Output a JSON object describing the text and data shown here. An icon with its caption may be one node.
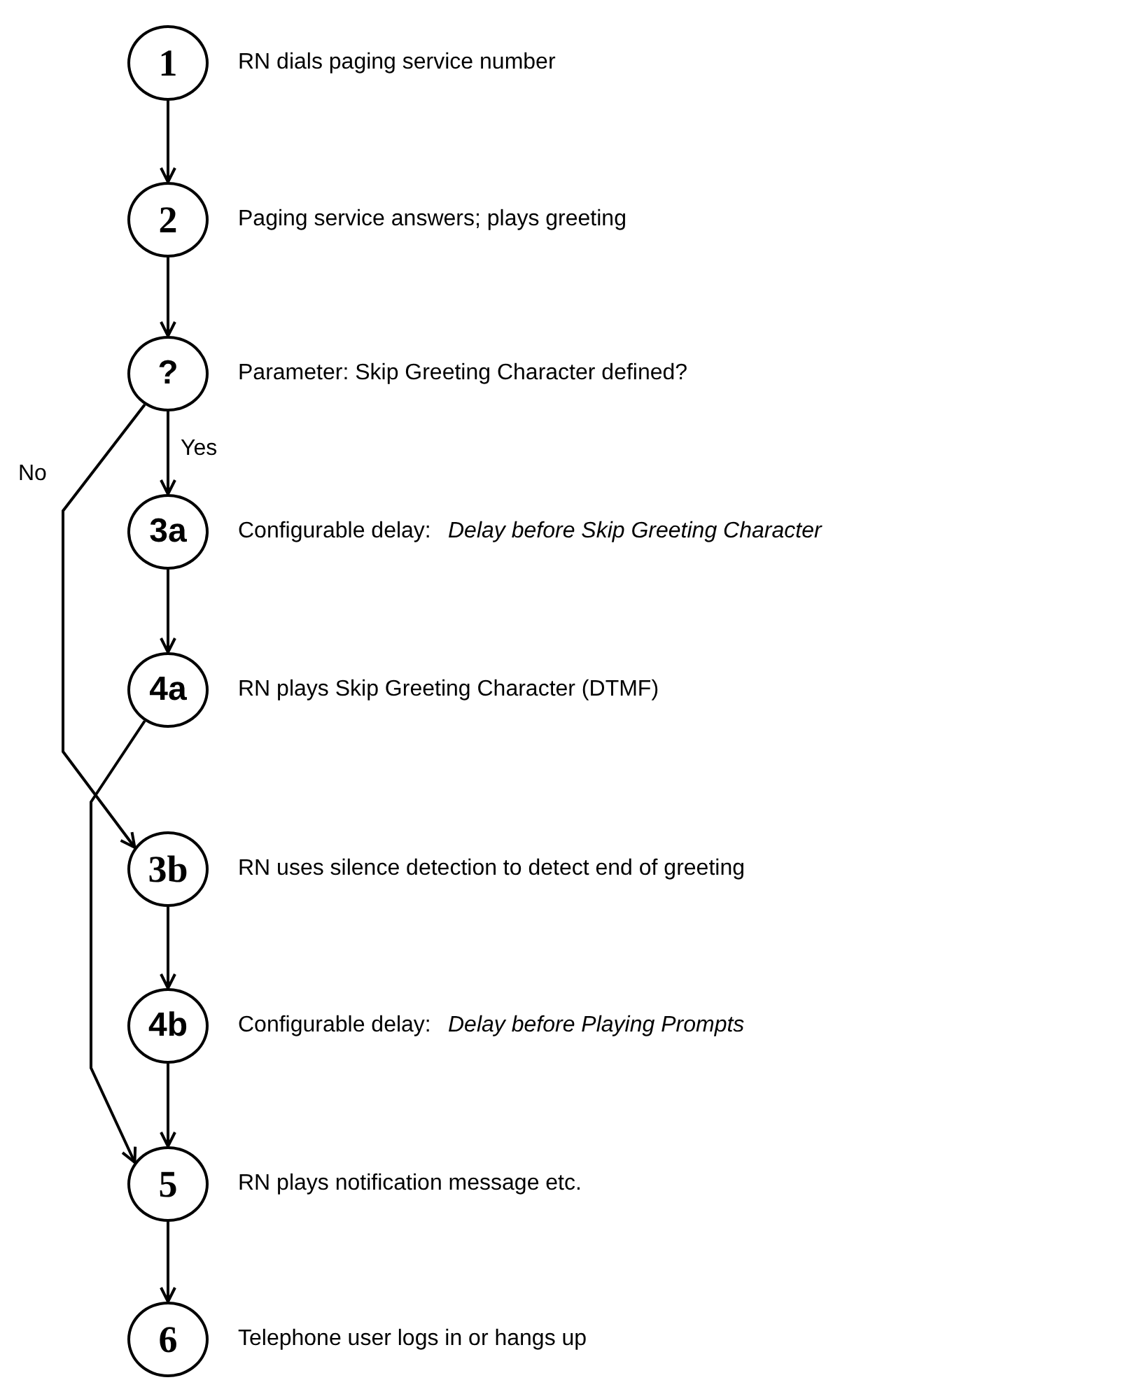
{
  "diagram": {
    "nodes": [
      {
        "text": [
          "1"
        ],
        "beside": [
          "RN dials paging service number"
        ]
      },
      {
        "text": [
          "2"
        ],
        "beside": [
          "Paging service answers; plays greeting"
        ]
      },
      {
        "text": [
          "?"
        ],
        "beside": [
          "Parameter: Skip Greeting Character defined?"
        ]
      },
      {
        "text": [
          "3a"
        ],
        "beside": [
          "Configurable delay:",
          "Delay before Skip Greeting Character"
        ]
      },
      {
        "text": [
          "4a"
        ],
        "beside": [
          "RN plays Skip Greeting Character (DTMF)"
        ]
      },
      {
        "text": [
          "3b"
        ],
        "beside": [
          "RN uses silence detection to detect end of greeting"
        ]
      },
      {
        "text": [
          "4b"
        ],
        "beside": [
          "Configurable delay:",
          "Delay before Playing Prompts"
        ]
      },
      {
        "text": [
          "5"
        ],
        "beside": [
          "RN plays notification message etc."
        ]
      },
      {
        "text": [
          "6"
        ],
        "beside": [
          "Telephone user logs in or hangs up"
        ]
      }
    ],
    "edges": [
      {
        "from": 0,
        "to": 1,
        "arrow": "to"
      },
      {
        "from": 1,
        "to": 2,
        "arrow": "to"
      },
      {
        "from": 2,
        "to": 3,
        "arrow": "to",
        "label": "Yes"
      },
      {
        "from": 2,
        "to": 5,
        "arrow": "to",
        "label": "No"
      },
      {
        "from": 3,
        "to": 4,
        "arrow": "to"
      },
      {
        "from": 4,
        "to": 7,
        "arrow": "to"
      },
      {
        "from": 5,
        "to": 6,
        "arrow": "to"
      },
      {
        "from": 6,
        "to": 7,
        "arrow": "to"
      },
      {
        "from": 7,
        "to": 8,
        "arrow": "to"
      }
    ]
  }
}
